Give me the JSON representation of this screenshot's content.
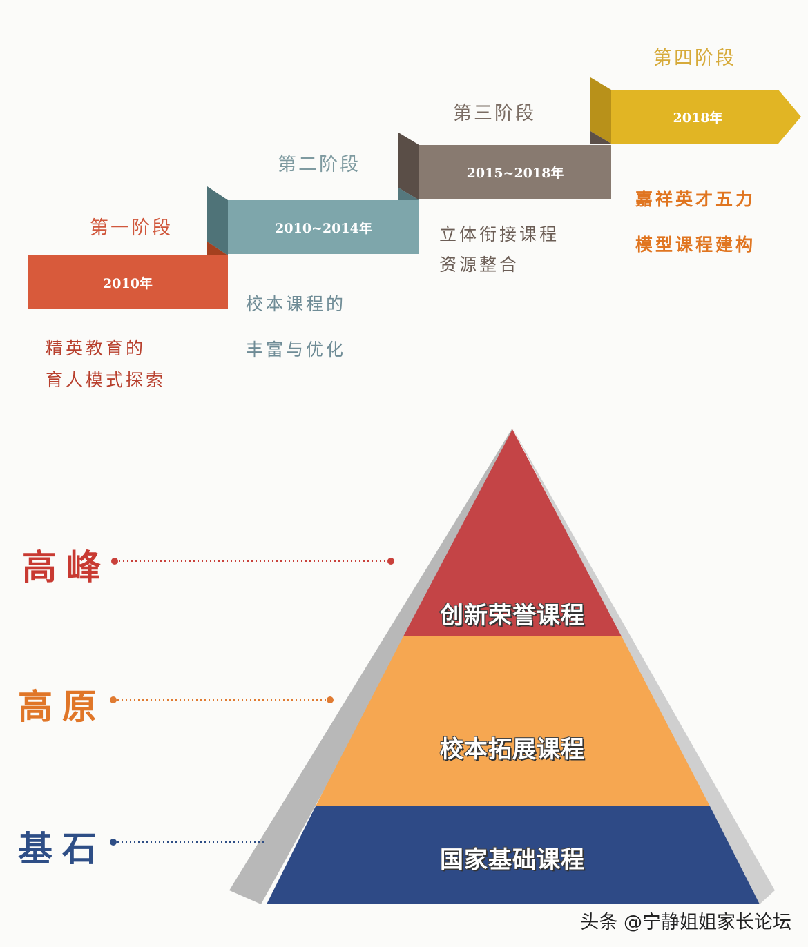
{
  "timeline": {
    "stages": [
      {
        "title": "第一阶段",
        "year": "2010年",
        "desc": [
          "精英教育的",
          "育人模式探索"
        ],
        "color": "#d85a3b",
        "title_color": "#d0573c",
        "desc_color": "#b8402e"
      },
      {
        "title": "第二阶段",
        "year": "2010~2014年",
        "desc": [
          "校本课程的",
          "丰富与优化"
        ],
        "color": "#7ea6ab",
        "title_color": "#7e9aa0",
        "desc_color": "#6f8c96"
      },
      {
        "title": "第三阶段",
        "year": "2015~2018年",
        "desc": [
          "立体衔接课程",
          "资源整合"
        ],
        "color": "#887a70",
        "title_color": "#7a6c63",
        "desc_color": "#6b5d55"
      },
      {
        "title": "第四阶段",
        "year": "2018年",
        "desc": [
          "嘉祥英才五力",
          "模型课程建构"
        ],
        "color": "#e1b524",
        "title_color": "#d6aa3a",
        "desc_color": "#e07520"
      }
    ]
  },
  "pyramid": {
    "levels": [
      {
        "label": "高峰",
        "layer": "创新荣誉课程",
        "color": "#c44446",
        "label_color": "#c83a32"
      },
      {
        "label": "高原",
        "layer": "校本拓展课程",
        "color": "#f6a751",
        "label_color": "#e07628"
      },
      {
        "label": "基石",
        "layer": "国家基础课程",
        "color": "#2e4a86",
        "label_color": "#2e4e86"
      }
    ]
  },
  "watermark": "头条 @宁静姐姐家长论坛"
}
